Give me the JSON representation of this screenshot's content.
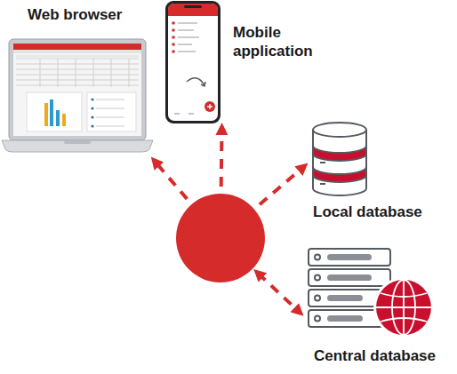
{
  "diagram": {
    "nodes": [
      {
        "text": [
          "Web browser"
        ]
      },
      {
        "text": [
          "Mobile application"
        ]
      },
      {
        "text": [
          "Local database"
        ]
      },
      {
        "text": []
      },
      {
        "text": [
          "Central database"
        ]
      }
    ],
    "edges": [
      {
        "from": 3,
        "to": 0,
        "arrow": "to"
      },
      {
        "from": 3,
        "to": 1,
        "arrow": "to"
      },
      {
        "from": 3,
        "to": 2,
        "arrow": "to"
      },
      {
        "from": 3,
        "to": 4,
        "arrow": "both"
      }
    ]
  }
}
